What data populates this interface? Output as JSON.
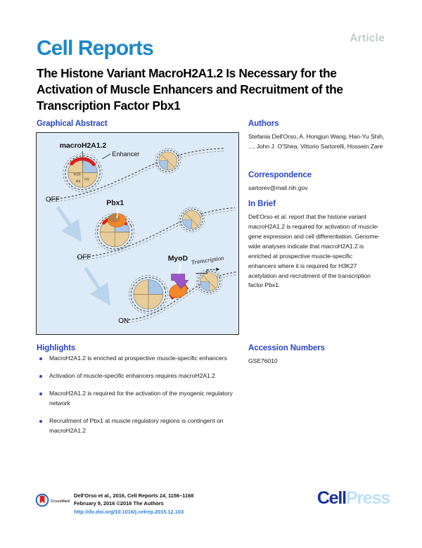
{
  "header": {
    "article_tag": "Article",
    "journal": "Cell Reports",
    "title": "The Histone Variant MacroH2A1.2 Is Necessary for the Activation of Muscle Enhancers and Recruitment of the Transcription Factor Pbx1"
  },
  "sections": {
    "graphical_abstract": "Graphical Abstract",
    "authors": "Authors",
    "correspondence": "Correspondence",
    "in_brief": "In Brief",
    "highlights": "Highlights",
    "accession_numbers": "Accession Numbers"
  },
  "authors": "Stefania Dell'Orso, A. Hongjun Wang, Han-Yu Shih, ..., John J. O'Shea, Vittorio Sartorelli, Hossein Zare",
  "correspondence": "sartorev@mail.nih.gov",
  "in_brief": "Dell'Orso et al. report that the histone variant macroH2A1.2 is required for activation of muscle-gene expression and cell differentiation. Genome-wide analyses indicate that macroH2A1.2 is enriched at prospective muscle-specific enhancers where it is required for H3K27 acetylation and recruitment of the transcription factor Pbx1.",
  "accession_numbers": "GSE76010",
  "highlights": [
    "MacroH2A1.2 is enriched at prospective muscle-specific enhancers",
    "Activation of muscle-specific enhancers requires macroH2A1.2",
    "MacroH2A1.2 is required for the activation of the myogenic regulatory network",
    "Recruitment of Pbx1 at muscle regulatory regions is contingent on macroH2A1.2"
  ],
  "graphical_abstract": {
    "labels": {
      "macroh2a": "macroH2A1.2",
      "enhancer": "Enhancer",
      "pbx1": "Pbx1",
      "myod": "MyoD",
      "transcription": "Transcription",
      "off_1": "OFF",
      "off_2": "OFF",
      "on": "ON",
      "histone_h2b": "H2B",
      "histone_h3": "H3",
      "histone_h4": "H4"
    },
    "colors": {
      "background": "#ddeaf7",
      "nucleosome_tan": "#e8cd9b",
      "nucleosome_blue": "#a8c6e8",
      "macroh2a_red": "#e01b16",
      "pbx1_orange": "#f5862a",
      "myod_purple": "#9b55c9",
      "arrow_blue": "#b9d4ec"
    }
  },
  "footer": {
    "citation_line1_prefix": "Dell'Orso et al., 2016, Cell Reports ",
    "citation_volume": "14",
    "citation_line1_suffix": ", 1156–1168",
    "citation_line2": "February 9, 2016 ©2016 The Authors",
    "doi": "http://dx.doi.org/10.1016/j.celrep.2015.12.103",
    "crossmark_label": "CrossMark",
    "publisher_dark": "Cell",
    "publisher_light": "Press"
  },
  "colors": {
    "masthead_blue": "#1b87c9",
    "heading_blue": "#2a45c4",
    "article_gray": "#c3ccce",
    "doi_blue": "#2f7fd0",
    "cellpress_dark": "#17329b",
    "cellpress_light": "#bfe0f5"
  }
}
